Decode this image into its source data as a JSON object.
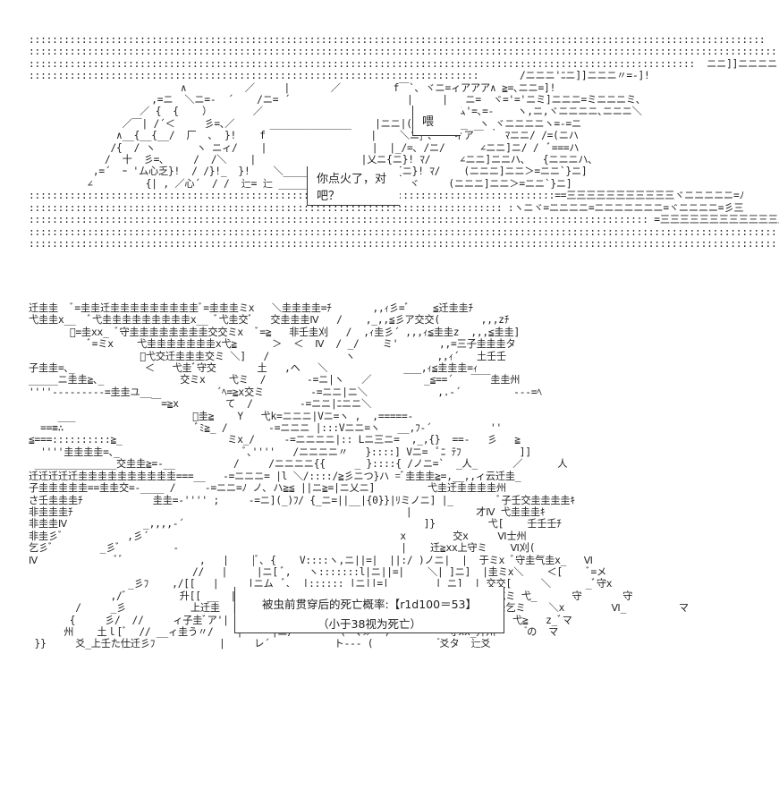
{
  "speech": {
    "hey": "喂",
    "fire": "你点火了，对吧？"
  },
  "notice": {
    "line1": "被虫前贯穿后的死亡概率:【r1d100＝53】",
    "line2": "（小于38视为死亡）"
  },
  "art": {
    "top": "::::::::::::::::::::::::::::::::::::::::::::::::::::::::::::::::::::::::::::::::::::::::::::::::::::::::::::::::::::::::::::::\n:::::::::::::::::::::::::::::::::::::::::::::::::::::::::::::::::::::::::::::::::::::::::::::::::::::::::::::::::::::::::::::::::::::::::::::::::::ニ]]=､\n::::::::::::::::::::::::::::::::::::::::::::::::::::::::::::::::::::::::::::::::::::::::::::::::::::::::::::::::::  ニニ]]ニニニニ]]=-ｨ\n:::::::::::::::::::::::::::::::::::::::::::::::::::::::::::::::::::::::::::::       /ニニニ'ﾆニ]]ニニニ〃=-]!\n                          ∧          ／     |       ／         f￣`､ ヾニ=ィアアア∧ ≧=､ニニ=]!\n                     ,=ニ  ＼ニ=-  ´    /ニ= ´                    |     |   ニ=  ヾ='='ニミ]ニニニ=ミニニニミ､\n                   ／ {  {    ）       ／                          ＼__乂ニム'=､=-    ヽ,ニ,ヾニニニニ､ニニニ＼\n                ／￣| /´＜     彡=､／      ______________    |ニニ|(ヾﾂ'=  ___  ヽ ヾニニニニヽ=-=ニ\n               ∧__{__{__/  厂  ､  }!    f                  |    ＼ニ]ﾞ､'｀ ィア￣ ｀ ﾏニニ/ /=(ニハ\n              /{  / ヽ       ヽ ニィ/    |                  |  |_/=､ /ニ/      ∠ニニ]ニ/ /  ﾞ===ハ\n             /  十  彡=､     /  /＼    |                  |乂ニ{ニ}! ﾏ/     ∠ニニ]ニニハ､   {ニニニハ､\n           ,=´  ｰ 'ム心乏}!  / /}!_  }!    ＼________________乂ニ{ニ}! ﾏ/    (ニニニ]ニニ＞=ニニ`}ニ]\n          ∠         {| , ／心´  / /  辷= 辷 ________,=ノ三三三＞'=  ヾ     (ニニニ]ニニ＞=ニニ`}ニ]\n::::::::::::::::::::::::::::::::::::::::::::::::::::::::::::::::::::::::::::::::::::::::::==三三三三三三三三三三三ヾニニニニニ=ﾉ\n::::::::::::::::::::::::::::::::::::::::::::::::::::::::::::::::::::::::::::::::: :ヽニヾ=ニニニニ=ニニニニニニニ=ヾニニニニ=彡三\n:::::::::::::::::::::::::::::::::::::::::::::::::::::::::::::::::::::::::::::::::::::::::::::::::::::::::: =三三三三三三三三三三三三三\n::::::::::::::::::::::::::::::::::::::::::::::::::::::::::::::::::::::::::::::::::::::::::::::::::::::::::::::::::::::::::::::::: 三三三三三三\n:::::::::::::::::::::::::::::::::::::::::::::::::::::::::::::::::::::::::::::::::::::::::::::::::::::::::::::::::::::::::::::::::::::::: 三",
    "bottom": "迁圭圭  ﾞ=圭圭迁圭圭圭圭圭圭圭圭圭ﾞ=圭圭圭ミx   ＼圭圭圭圭=ﾁ       ,,ｨ彡=ﾞ    ≦迁圭圭ﾁ\n弋圭圭x__  ﾞ弋圭圭圭圭圭圭圭圭圭x__ ﾞ弋圭交ﾞ   交圭圭圭Ⅳ   /    ,_,,≦彡ア交交(       ,,,zﾁ\n       ﾞ=圭xx_ ﾞ守圭圭圭圭圭圭圭圭交交ミx  ﾞ=≧   非壬圭刈   /  ,ｨ圭彡´ ,,,ｨ≦圭圭z  ,,,≦圭圭]\n          ﾞ=ミx    弋圭圭圭圭圭圭圭x弋≧      ＞  ＜  Ⅳ  / _/    ミ'       ,,=三子圭圭圭タ\n                   ﾞ弋交迁圭圭圭交ミ ＼]   /             ヽ              ,,ｨ´   土壬壬\n子圭圭=､_            ＜   弋圭ﾞ守交       土   ,ヘ   ＼             ___,ｨ≦圭圭圭=ｨ\n_____ニ圭圭≧､_             交ミx    弋ミ  /       -=ニ|ヽ   ／         _≦==´   ￣￣圭圭州\n''''---------=圭圭ユ__           ´ﾍ=≧x交ミ        -=ニニ|ニ＼            ,.-´         ---=ﾍ\n                     ￣=≧x        て  /        -=ニニ|ﾆニニ＼\n     ___                    ﾞ圭≧    Y   弋k=ニニニ|Vニ=ヽ ,  ,=====-\n  ==≡∴                       ﾞﾐ≧_ /       -=ニニニ |:::Vニニ=ヽ   __,ﾌ-´          ''\n≦===::::::::::≧_                  ミx_/     -=ニニニニ|:: Lニ三ニ=  ,_,{}  ==-   彡   ≧\n  ''''圭圭圭圭=､_                     ﾞ､''''   /ニニニニ〃   }::::] Vニ=  ﾟﾆ ﾃﾌ          ]]\n ______________交圭圭≧=-__          /     /ニニニニ{{     _ }::::{ /ノニ=`  _人_      ／      人\n迁迁迁迁迁圭圭圭圭圭圭圭圭圭圭===__   -=ニニニ= |l ＼/::::/≧彡ニつ}ハ =ﾞ圭圭圭≧=,__,,ィ云迁圭_\n子圭圭圭圭圭==圭圭交=-____ /     -=ニニ=ﾉ ノ､ ハ≧≦ ||ニ≧=|ニ乂ニ]         弋圭迁圭圭圭圭州\nさ壬圭圭圭ﾁ            圭圭=-'''' ;     -=ニ](_)ﾌ/ {_ニ=||__|{0}}|ﾘミノニ] |_        ﾞ子壬交圭圭圭圭ｷ\n非圭圭圭ﾁ                                                         |           才Ⅳ 弋圭圭圭ｷ\n非圭圭Ⅳ             _,,,,-´                                         ]}         弋[    壬壬壬ﾁ\n非圭彡ﾞ           ,彡´                                           x        交x     Ⅵ士州\n乞彡ﾞ        _彡ﾞ         -                                      |    迁≧xx上守ミ    Ⅵ刈(\nⅣ             ﾞﾞ             ,   |    |ﾞ､ {    V::::ヽ,ニ||=|  ||:/ )ノニ|  |  于ミx ﾞ守圭气圭x_   Ⅵ\n                            //   |     |ニ[ ﾞ,   ヽ:::::::l|ニ||=|    ＼| ]ニ]  |圭ミx＼    ＜[    ﾞ=メ\n                 _彡ﾌ    ,/[[   |     |ニム  ﾞ､  |:::::: |ニ||=|        | ニ]  | 交交[     ＼      _ﾞ守x\n              ,/ﾞ         升[[ __  |     |ニニ＼ |  |:::::: |ニ||=|        ＼|  ' 乞ミ 弋_      守       守\n        /     _彡           上迁圭  |     |ニニア    |L::::::|ニ|ﾘ,'          ヽ  |モ乞ミ    ＼x        Ⅵ_         マ\n       {     彡/  //     ィ子圭ﾞア'|    |ニア        Y!::://          ＼      ﾞ升     弋≧   z_ﾞマ\n      州    土ｌ[ﾞ  // __ィ圭う〃/    |     |ニ/        ( ﾞマ≫' )          守xx_升州      ゙の  マ\n }}     爻_上壬た仕迁彡ﾌ           |     レ´           ト--- (            ゙爻タ  辷爻"
  }
}
